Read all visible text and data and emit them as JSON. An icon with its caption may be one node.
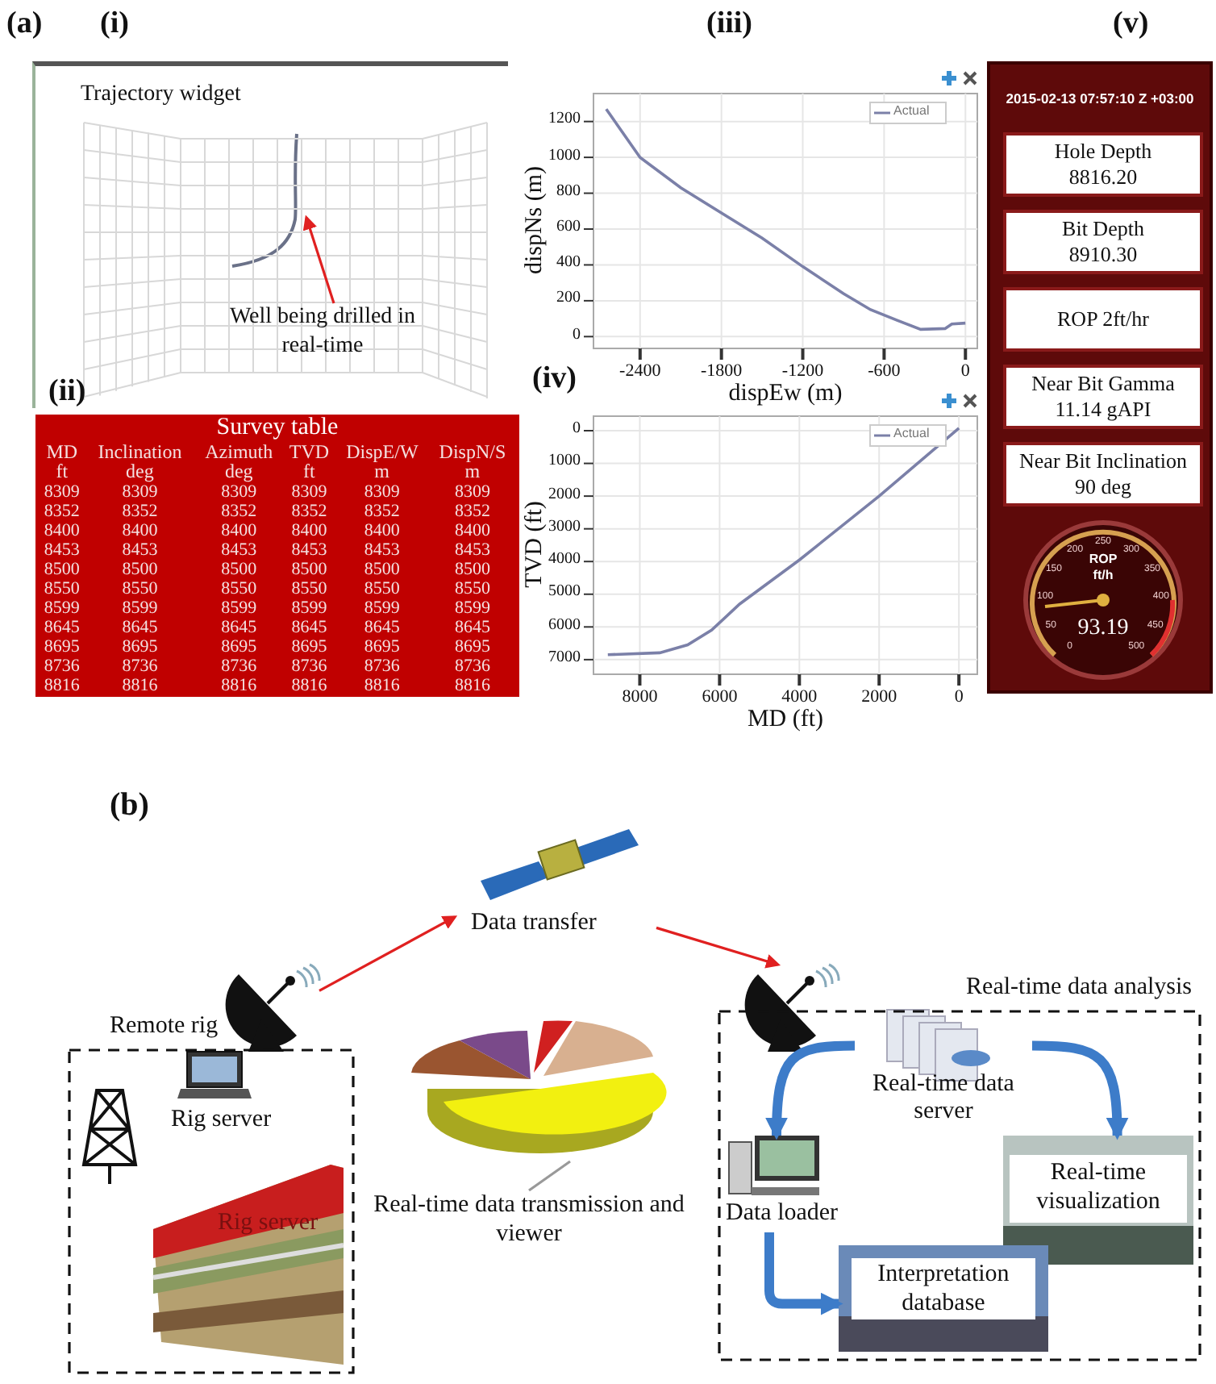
{
  "diagram": {
    "nodes": [
      {
        "text": [
          "Trajectory widget"
        ]
      },
      {
        "text": [
          "Well being drilled in real-time"
        ],
        "in": 0
      },
      {
        "text": [],
        "shape": "picture",
        "in": 0
      },
      {
        "text": [
          "Survey table"
        ]
      },
      {
        "text": [
          "2015-02-13 07:57:10 Z +03:00"
        ]
      },
      {
        "text": [
          "Hole Depth",
          "8816.20"
        ],
        "in": 4
      },
      {
        "text": [
          "Bit Depth",
          "8910.30"
        ],
        "in": 4
      },
      {
        "text": [
          "ROP 2ft/hr"
        ],
        "in": 4
      },
      {
        "text": [
          "Near Bit Gamma",
          "11.14 gAPI"
        ],
        "in": 4
      },
      {
        "text": [
          "Near Bit Inclination 90 deg"
        ],
        "in": 4
      },
      {
        "text": [
          "ROP",
          "ft/h",
          "93.19"
        ],
        "in": 4
      },
      {
        "text": [
          "Data transfer"
        ]
      },
      {
        "text": [],
        "shape": "picture"
      },
      {
        "text": [],
        "shape": "picture"
      },
      {
        "text": [
          "Remote rig"
        ]
      },
      {
        "text": [
          "Rig server"
        ],
        "in": 14
      },
      {
        "text": [],
        "shape": "picture",
        "in": 14
      },
      {
        "text": [
          "Rig server"
        ],
        "in": 14
      },
      {
        "text": [],
        "shape": "picture"
      },
      {
        "text": [
          "Real-time data transmission and viewer"
        ]
      },
      {
        "text": [
          "Real-time data analysis"
        ]
      },
      {
        "text": [
          "Real-time data server"
        ],
        "in": 20
      },
      {
        "text": [
          "Data loader"
        ],
        "in": 20
      },
      {
        "text": [
          "Real-time visualization"
        ],
        "in": 20
      },
      {
        "text": [
          "Interpretation database"
        ],
        "in": 20
      }
    ],
    "edges": [
      {
        "from": 1,
        "to": 2,
        "arrow": "to",
        "color": "#e02020"
      },
      {
        "from": 12,
        "to": 11,
        "arrow": "to",
        "color": "#e02020"
      },
      {
        "from": 11,
        "to": 13,
        "arrow": "to",
        "color": "#e02020"
      },
      {
        "from": 19,
        "to": 18,
        "arrow": "none",
        "color": "#999999"
      },
      {
        "from": 21,
        "to": 22,
        "arrow": "to",
        "style": "thick",
        "color": "#3d7cc9"
      },
      {
        "from": 21,
        "to": 23,
        "arrow": "to",
        "style": "thick",
        "color": "#3d7cc9"
      },
      {
        "from": 22,
        "to": 24,
        "arrow": "to",
        "style": "thick",
        "color": "#3d7cc9"
      }
    ],
    "labels": [
      "(a)",
      "(i)",
      "(iii)",
      "(v)",
      "(ii)",
      "MD ft",
      "Inclination deg",
      "Azimuth deg",
      "TVD ft",
      "DispE/W m",
      "DispN/S m",
      "8309",
      "8309",
      "8309",
      "8309",
      "8309",
      "8309",
      "8352",
      "8352",
      "8352",
      "8352",
      "8352",
      "8352",
      "8400",
      "8400",
      "8400",
      "8400",
      "8400",
      "8400",
      "8453",
      "8453",
      "8453",
      "8453",
      "8453",
      "8453",
      "8500",
      "8500",
      "8500",
      "8500",
      "8500",
      "8500",
      "8550",
      "8550",
      "8550",
      "8550",
      "8550",
      "8550",
      "8599",
      "8599",
      "8599",
      "8599",
      "8599",
      "8599",
      "8645",
      "8645",
      "8645",
      "8645",
      "8645",
      "8645",
      "8695",
      "8695",
      "8695",
      "8695",
      "8695",
      "8695",
      "8736",
      "8736",
      "8736",
      "8736",
      "8736",
      "8736",
      "8816",
      "8816",
      "8816",
      "8816",
      "8816",
      "8816",
      "1200",
      "1000",
      "800",
      "600",
      "400",
      "200",
      "0",
      "-2400",
      "-1800",
      "-1200",
      "-600",
      "0",
      "dispNs (m)",
      "dispEw (m)",
      "(iv)",
      "0",
      "1000",
      "2000",
      "3000",
      "4000",
      "5000",
      "6000",
      "7000",
      "8000",
      "6000",
      "4000",
      "2000",
      "0",
      "TVD (ft)",
      "MD (ft)",
      "0",
      "50",
      "100",
      "150",
      "200",
      "250",
      "300",
      "350",
      "400",
      "450",
      "500",
      "(b)"
    ],
    "legend": [
      {
        "text": "Actual"
      },
      {
        "text": "Actual"
      }
    ]
  }
}
